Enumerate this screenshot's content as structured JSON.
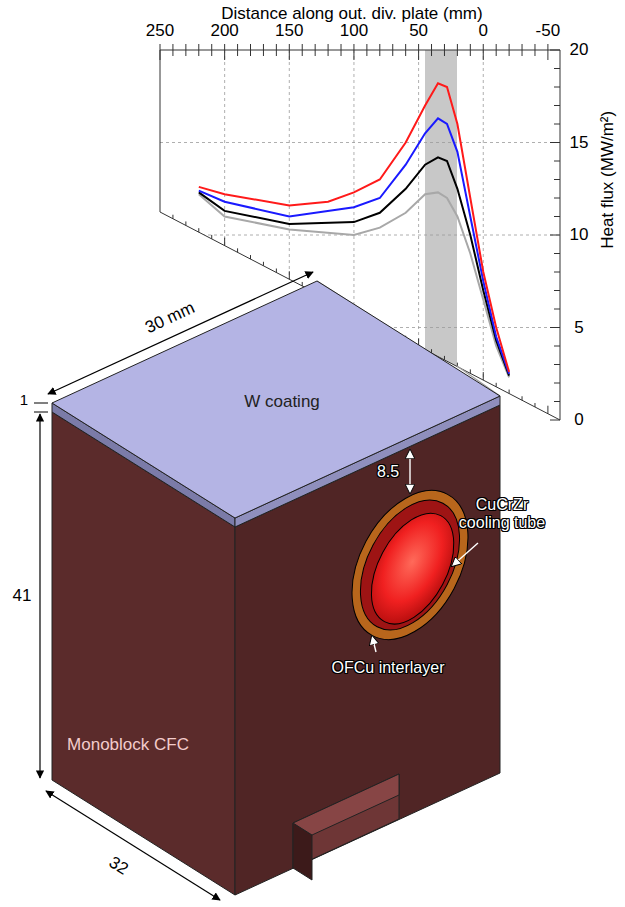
{
  "diagram": {
    "labels": [
      "Distance along out. div. plate (mm)",
      "250",
      "200",
      "150",
      "100",
      "50",
      "0",
      "-50",
      "20",
      "15",
      "10",
      "5",
      "0",
      "Heat flux (MW/m²)",
      "30 mm",
      "1",
      "41",
      "32",
      "W coating",
      "8.5",
      "CuCrZr cooling tube",
      "OFCu interlayer",
      "Monoblock CFC"
    ]
  }
}
